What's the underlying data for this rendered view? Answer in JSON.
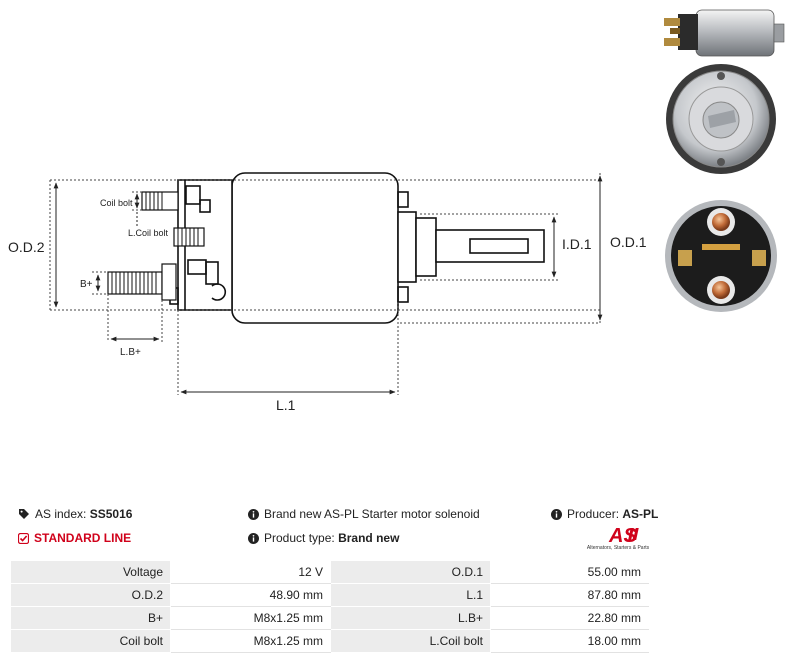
{
  "diagram": {
    "labels": {
      "od2": "O.D.2",
      "od1": "O.D.1",
      "id1": "I.D.1",
      "l1": "L.1",
      "b_plus": "B+",
      "lb_plus": "L.B+",
      "coil_bolt": "Coil bolt",
      "l_coil_bolt": "L.Coil bolt"
    }
  },
  "info": {
    "index_label": "AS index:",
    "index_value": "SS5016",
    "standard_line": "STANDARD LINE",
    "description": "Brand new AS-PL Starter motor solenoid",
    "product_type_label": "Product type:",
    "product_type_value": "Brand new",
    "producer_label": "Producer:",
    "producer_value": "AS-PL",
    "logo_text": "AS",
    "logo_tagline": "Alternators, Starters & Parts"
  },
  "specs": [
    {
      "k1": "Voltage",
      "v1": "12 V",
      "k2": "O.D.1",
      "v2": "55.00 mm"
    },
    {
      "k1": "O.D.2",
      "v1": "48.90 mm",
      "k2": "L.1",
      "v2": "87.80 mm"
    },
    {
      "k1": "B+",
      "v1": "M8x1.25 mm",
      "k2": "L.B+",
      "v2": "22.80 mm"
    },
    {
      "k1": "Coil bolt",
      "v1": "M8x1.25 mm",
      "k2": "L.Coil bolt",
      "v2": "18.00 mm"
    }
  ],
  "colors": {
    "accent_red": "#d0021b",
    "table_key_bg": "#ececec"
  },
  "icons": [
    "tag-icon",
    "check-square-icon",
    "info-icon"
  ]
}
